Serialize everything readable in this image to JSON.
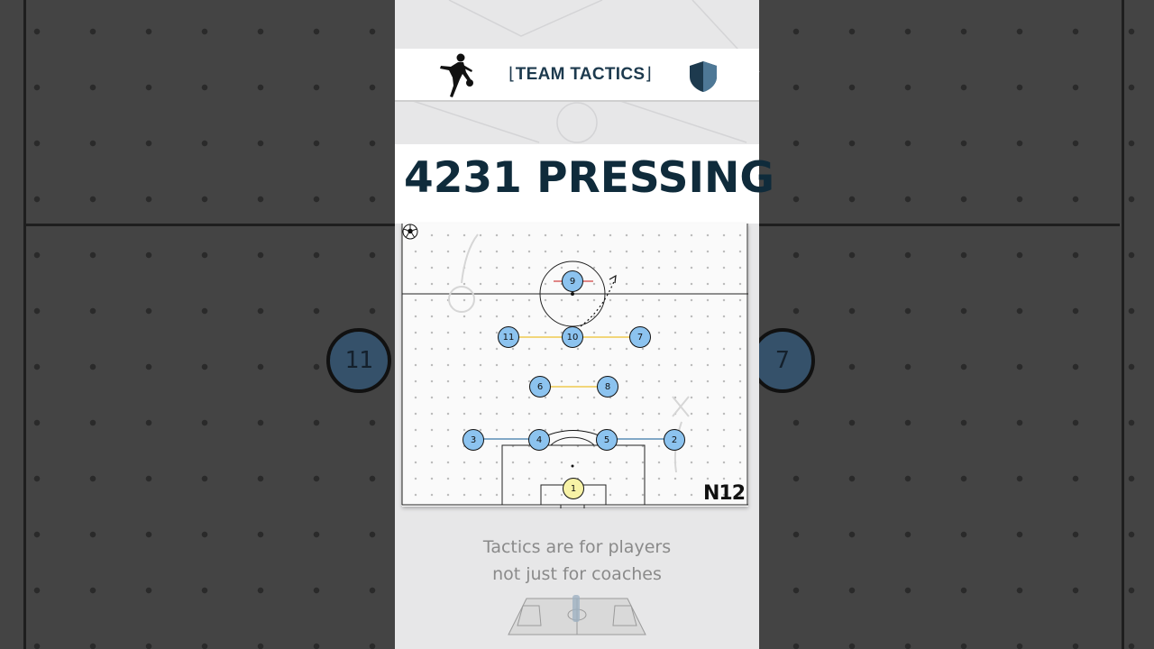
{
  "header": {
    "title": "TEAM TACTICS",
    "bracket_left": "⌊",
    "bracket_right": "⌋"
  },
  "headline": "4231 PRESSING",
  "players": [
    {
      "number": "9"
    },
    {
      "number": "11"
    },
    {
      "number": "10"
    },
    {
      "number": "7"
    },
    {
      "number": "6"
    },
    {
      "number": "8"
    },
    {
      "number": "3"
    },
    {
      "number": "4"
    },
    {
      "number": "5"
    },
    {
      "number": "2"
    },
    {
      "number": "1"
    }
  ],
  "background_tokens": {
    "left": "11",
    "right": "7"
  },
  "brand": "N12",
  "caption": {
    "line1": "Tactics are for players",
    "line2": "not just for coaches"
  },
  "colors": {
    "player": "#8cc3ef",
    "goalkeeper": "#f7f2a6",
    "headline": "#0f2b3b",
    "shield": "#1d3a4e",
    "link_yellow": "#f2d67a",
    "link_blue": "#5b8db5"
  },
  "icons": [
    "player-silhouette-icon",
    "shield-icon",
    "soccer-ball-icon",
    "mini-pitch-icon"
  ]
}
